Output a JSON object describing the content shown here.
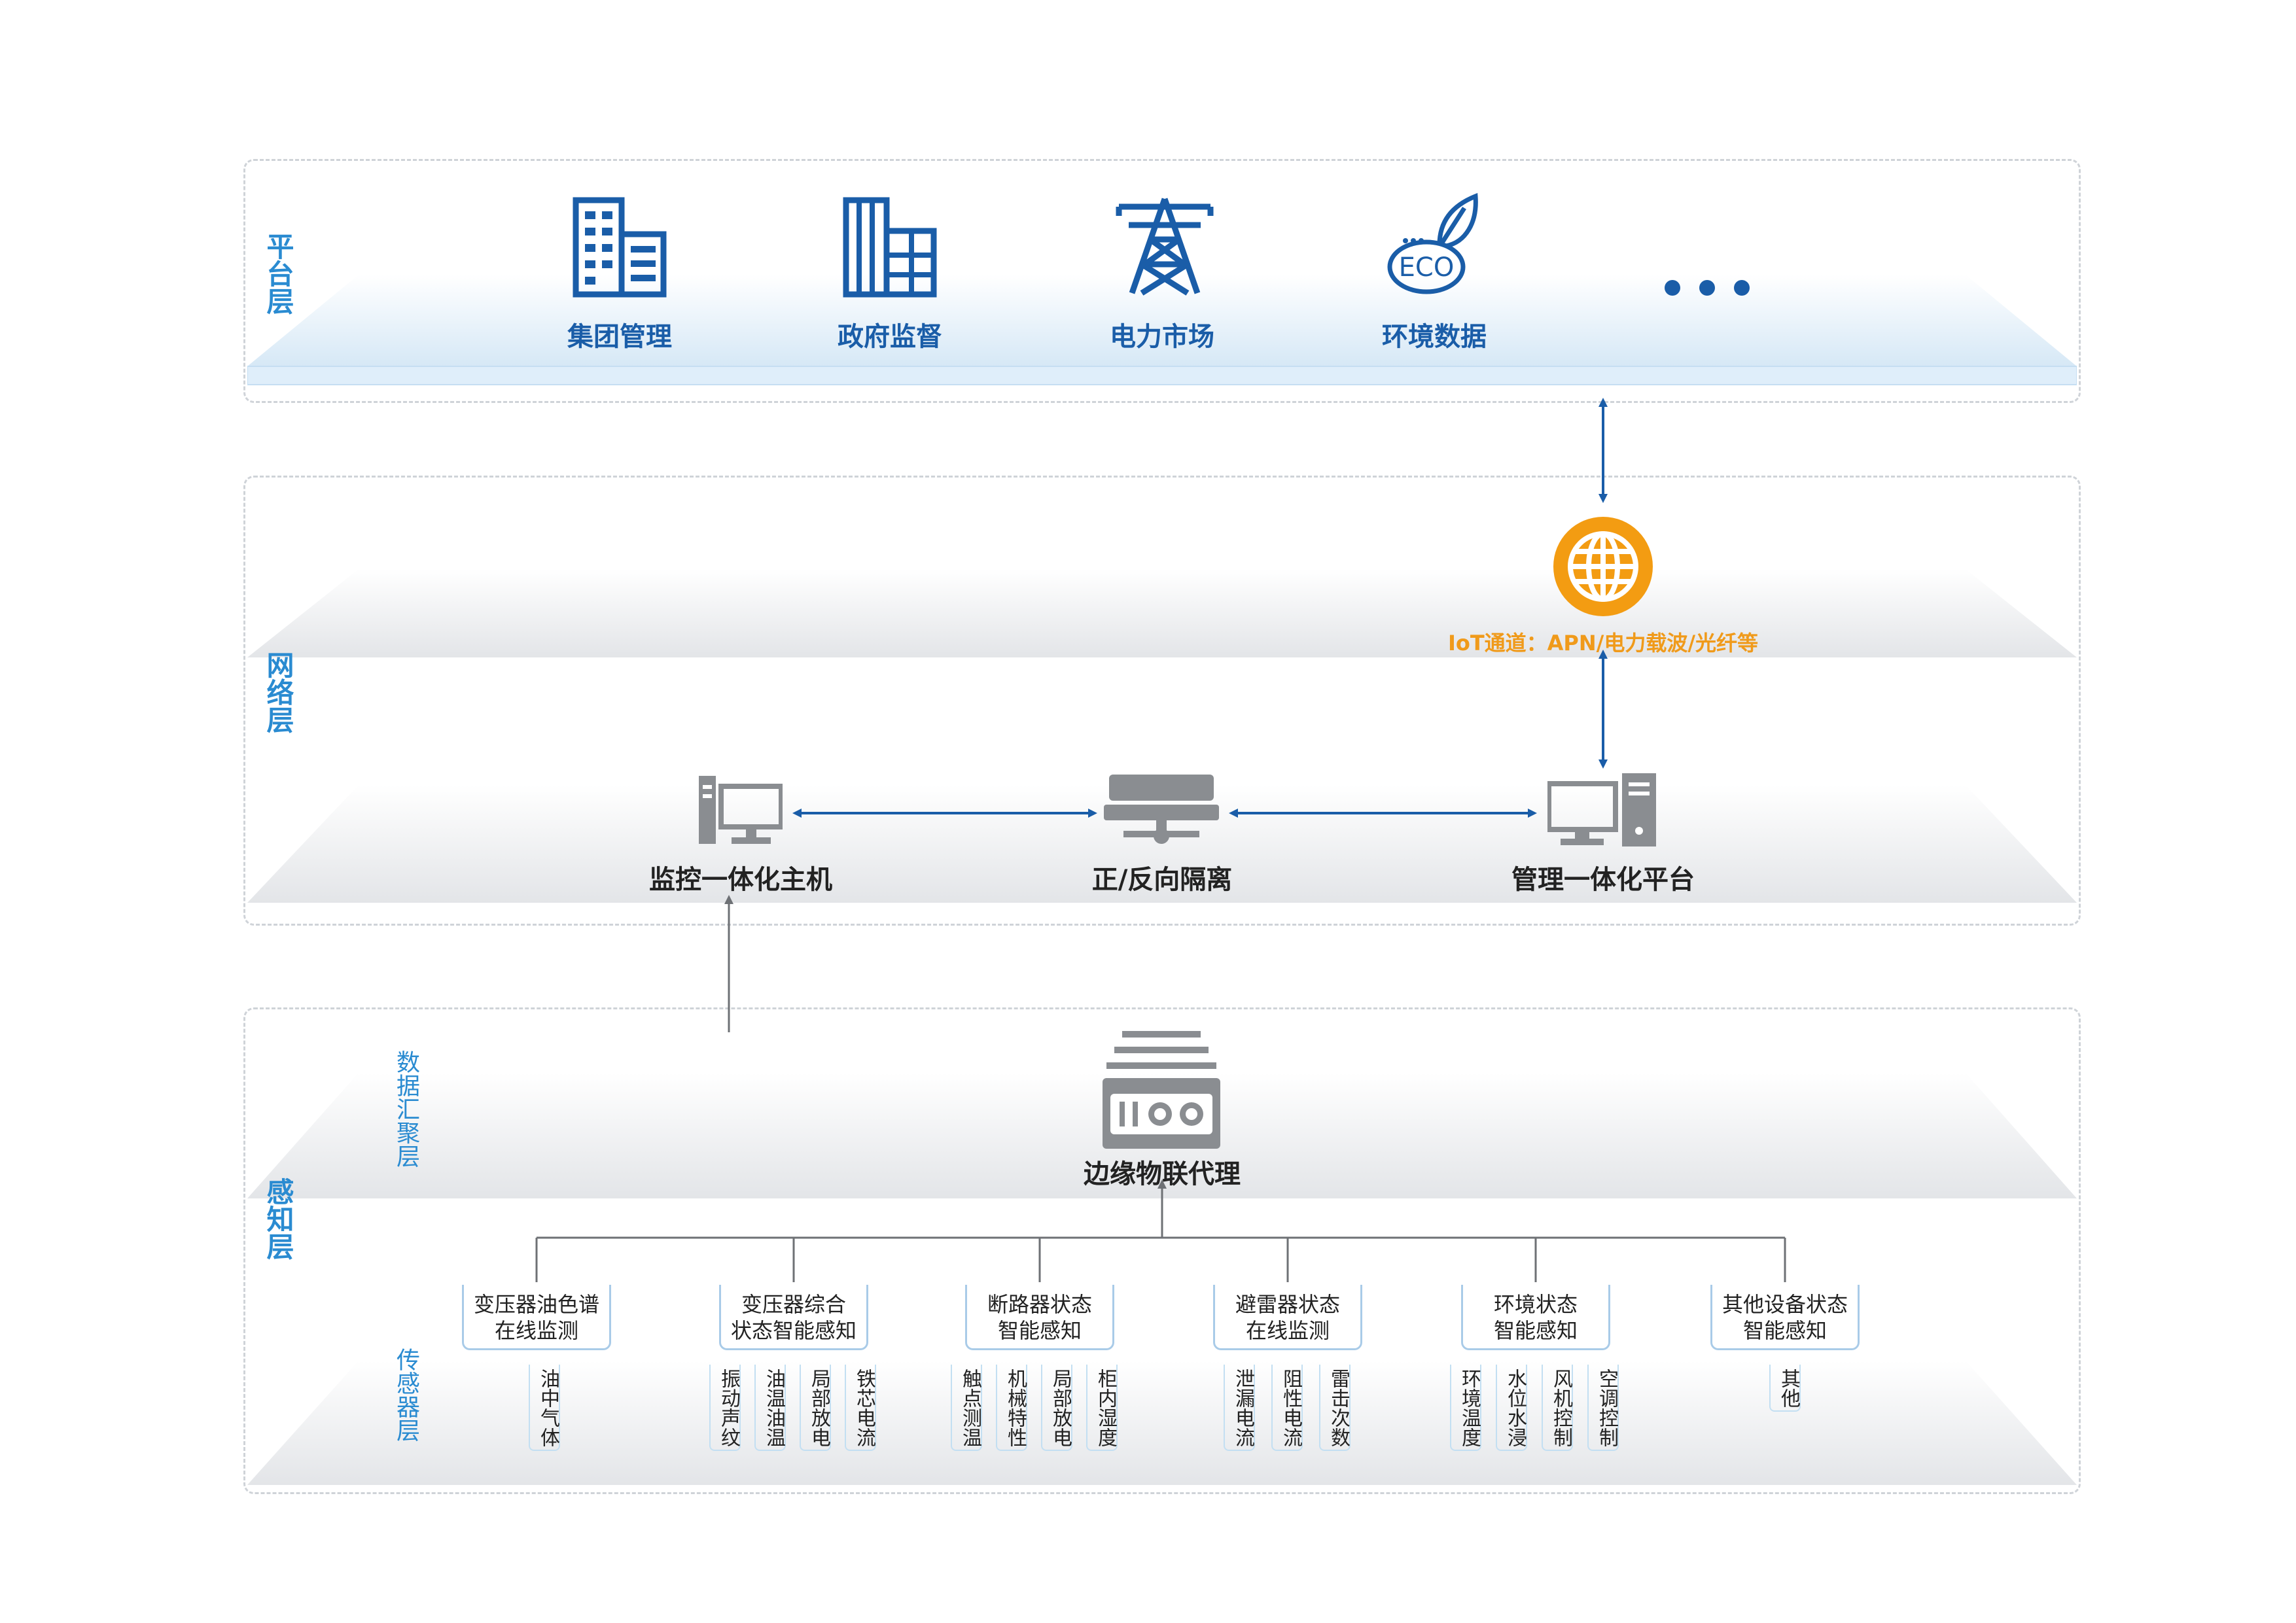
{
  "layers": {
    "platform": {
      "label": "平台层"
    },
    "network": {
      "label": "网络层"
    },
    "perception": {
      "label": "感知层",
      "sublayer_aggregation": "数据汇聚层",
      "sublayer_sensor": "传感器层"
    }
  },
  "platform_items": [
    {
      "label": "集团管理",
      "icon": "office-building-icon"
    },
    {
      "label": "政府监督",
      "icon": "city-building-icon"
    },
    {
      "label": "电力市场",
      "icon": "power-tower-icon"
    },
    {
      "label": "环境数据",
      "icon": "eco-leaf-icon"
    }
  ],
  "network": {
    "iot_channel": "IoT通道：APN/电力载波/光纤等",
    "nodes": [
      {
        "label": "监控一体化主机",
        "icon": "desktop-computer-icon"
      },
      {
        "label": "正/反向隔离",
        "icon": "isolation-device-icon"
      },
      {
        "label": "管理一体化平台",
        "icon": "workstation-icon"
      }
    ]
  },
  "edge": {
    "label": "边缘物联代理",
    "icon": "edge-agent-icon"
  },
  "sensors": [
    {
      "line1": "变压器油色谱",
      "line2": "在线监测",
      "leaves": [
        "油中气体"
      ]
    },
    {
      "line1": "变压器综合",
      "line2": "状态智能感知",
      "leaves": [
        "振动声纹",
        "油温油温",
        "局部放电",
        "铁芯电流"
      ]
    },
    {
      "line1": "断路器状态",
      "line2": "智能感知",
      "leaves": [
        "触点测温",
        "机械特性",
        "局部放电",
        "柜内湿度"
      ]
    },
    {
      "line1": "避雷器状态",
      "line2": "在线监测",
      "leaves": [
        "泄漏电流",
        "阻性电流",
        "雷击次数"
      ]
    },
    {
      "line1": "环境状态",
      "line2": "智能感知",
      "leaves": [
        "环境温度",
        "水位水浸",
        "风机控制",
        "空调控制"
      ]
    },
    {
      "line1": "其他设备状态",
      "line2": "智能感知",
      "leaves": [
        "其他"
      ]
    }
  ],
  "colors": {
    "blue": "#1a5da8",
    "label_blue": "#2a8bd1",
    "orange": "#f39c12",
    "gray": "#8a8d91"
  }
}
